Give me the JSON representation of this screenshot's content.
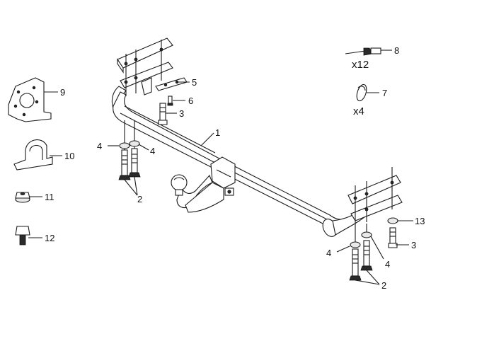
{
  "diagram": {
    "callouts": {
      "c1": "1",
      "c2a": "2",
      "c2b": "2",
      "c3a": "3",
      "c3b": "3",
      "c4a": "4",
      "c4b": "4",
      "c4c": "4",
      "c4d": "4",
      "c5": "5",
      "c6": "6",
      "c7": "7",
      "c8": "8",
      "c9": "9",
      "c10": "10",
      "c11": "11",
      "c12": "12",
      "c13": "13"
    },
    "quantities": {
      "rivets": "x12",
      "caps": "x4"
    }
  }
}
